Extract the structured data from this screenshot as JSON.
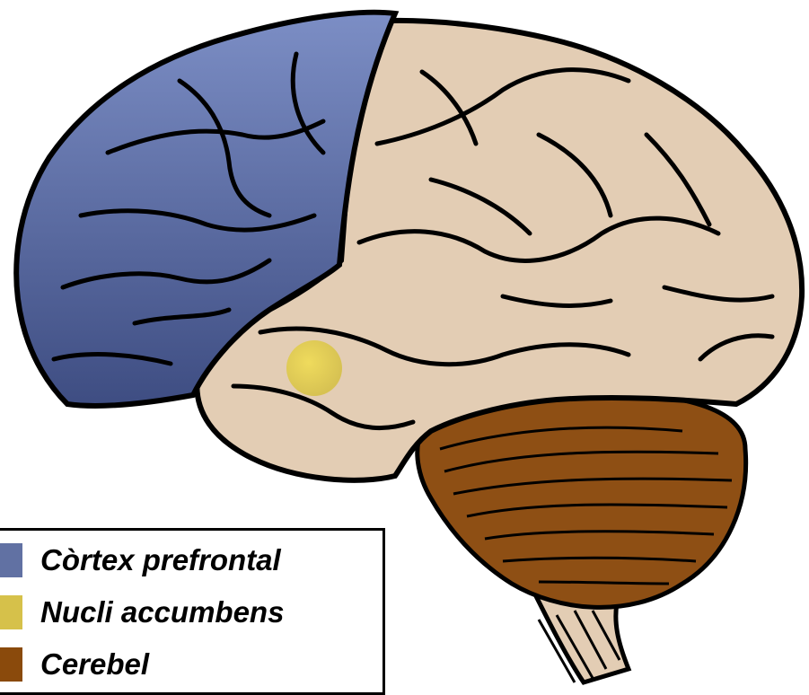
{
  "legend": {
    "items": [
      {
        "label": "Còrtex prefrontal",
        "color": "#6171a3"
      },
      {
        "label": "Nucli accumbens",
        "color": "#d6c14a"
      },
      {
        "label": "Cerebel",
        "color": "#8a4a0c"
      }
    ]
  },
  "regions": {
    "prefrontal_color": "#5767a0",
    "cortex_color": "#e3cdb4",
    "accumbens_color": "#e7d24a",
    "cerebellum_color": "#8e4f14",
    "brainstem_color": "#e3cdb4",
    "outline_color": "#000000"
  }
}
